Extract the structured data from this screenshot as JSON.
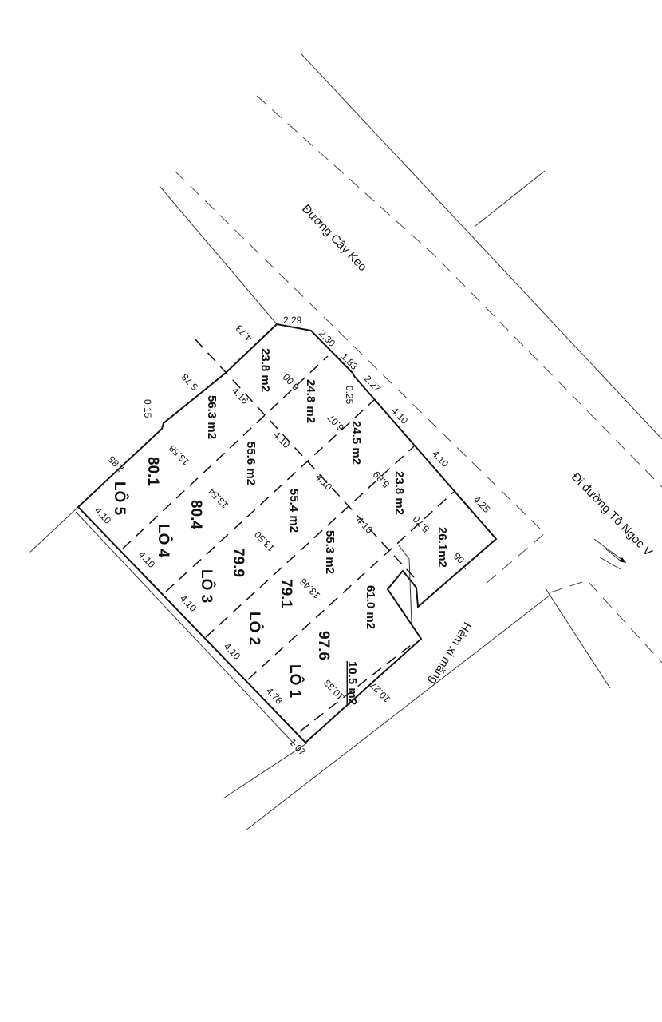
{
  "roads": {
    "cay_keo": "Đường Cây Keo",
    "to_ngoc_van": "Đi đường Tô Ngọc V",
    "hem": "Hẻm xi măng"
  },
  "lots": [
    {
      "name": "LÔ 1",
      "total": "97.6",
      "front_area": "61.0 m2",
      "back_area": "10.5 m2"
    },
    {
      "name": "LÔ 2",
      "total": "79.1",
      "front_area": "55.3 m2",
      "back_area": "23.8 m2"
    },
    {
      "name": "LÔ 3",
      "total": "79.9",
      "front_area": "55.4 m2",
      "back_area": "24.5 m2"
    },
    {
      "name": "LÔ 4",
      "total": "80.4",
      "front_area": "55.6 m2",
      "back_area": "24.8 m2"
    },
    {
      "name": "LÔ 5",
      "total": "80.1",
      "front_area": "56.3 m2",
      "back_area": "23.8 m2"
    }
  ],
  "extra_area": "26.1m2",
  "dims": {
    "d229": "2.29",
    "d230": "2.30",
    "d183": "1.83",
    "d227": "2.27",
    "d025": "0.25",
    "d410a": "4.10",
    "d410b": "4.10",
    "d425": "4.25",
    "d705": "7.05",
    "d473": "4.73",
    "d578": "5.78",
    "d015": "0.15",
    "d785": "7.85",
    "d410c": "4.10",
    "d410d": "4.10",
    "d410e": "4.10",
    "d410f": "4.10",
    "d478": "4.78",
    "d107": "1.07",
    "d1027": "10.27",
    "d1033": "10.33",
    "d600": "6.00",
    "d607": "6.07",
    "d589": "5.89",
    "d570": "5.70",
    "d416": "4.16",
    "d410g": "4.10",
    "d410h": "4.10",
    "d410i": "4.10",
    "d1358": "13.58",
    "d1354": "13.54",
    "d1350": "13.50",
    "d1346": "13.46"
  }
}
